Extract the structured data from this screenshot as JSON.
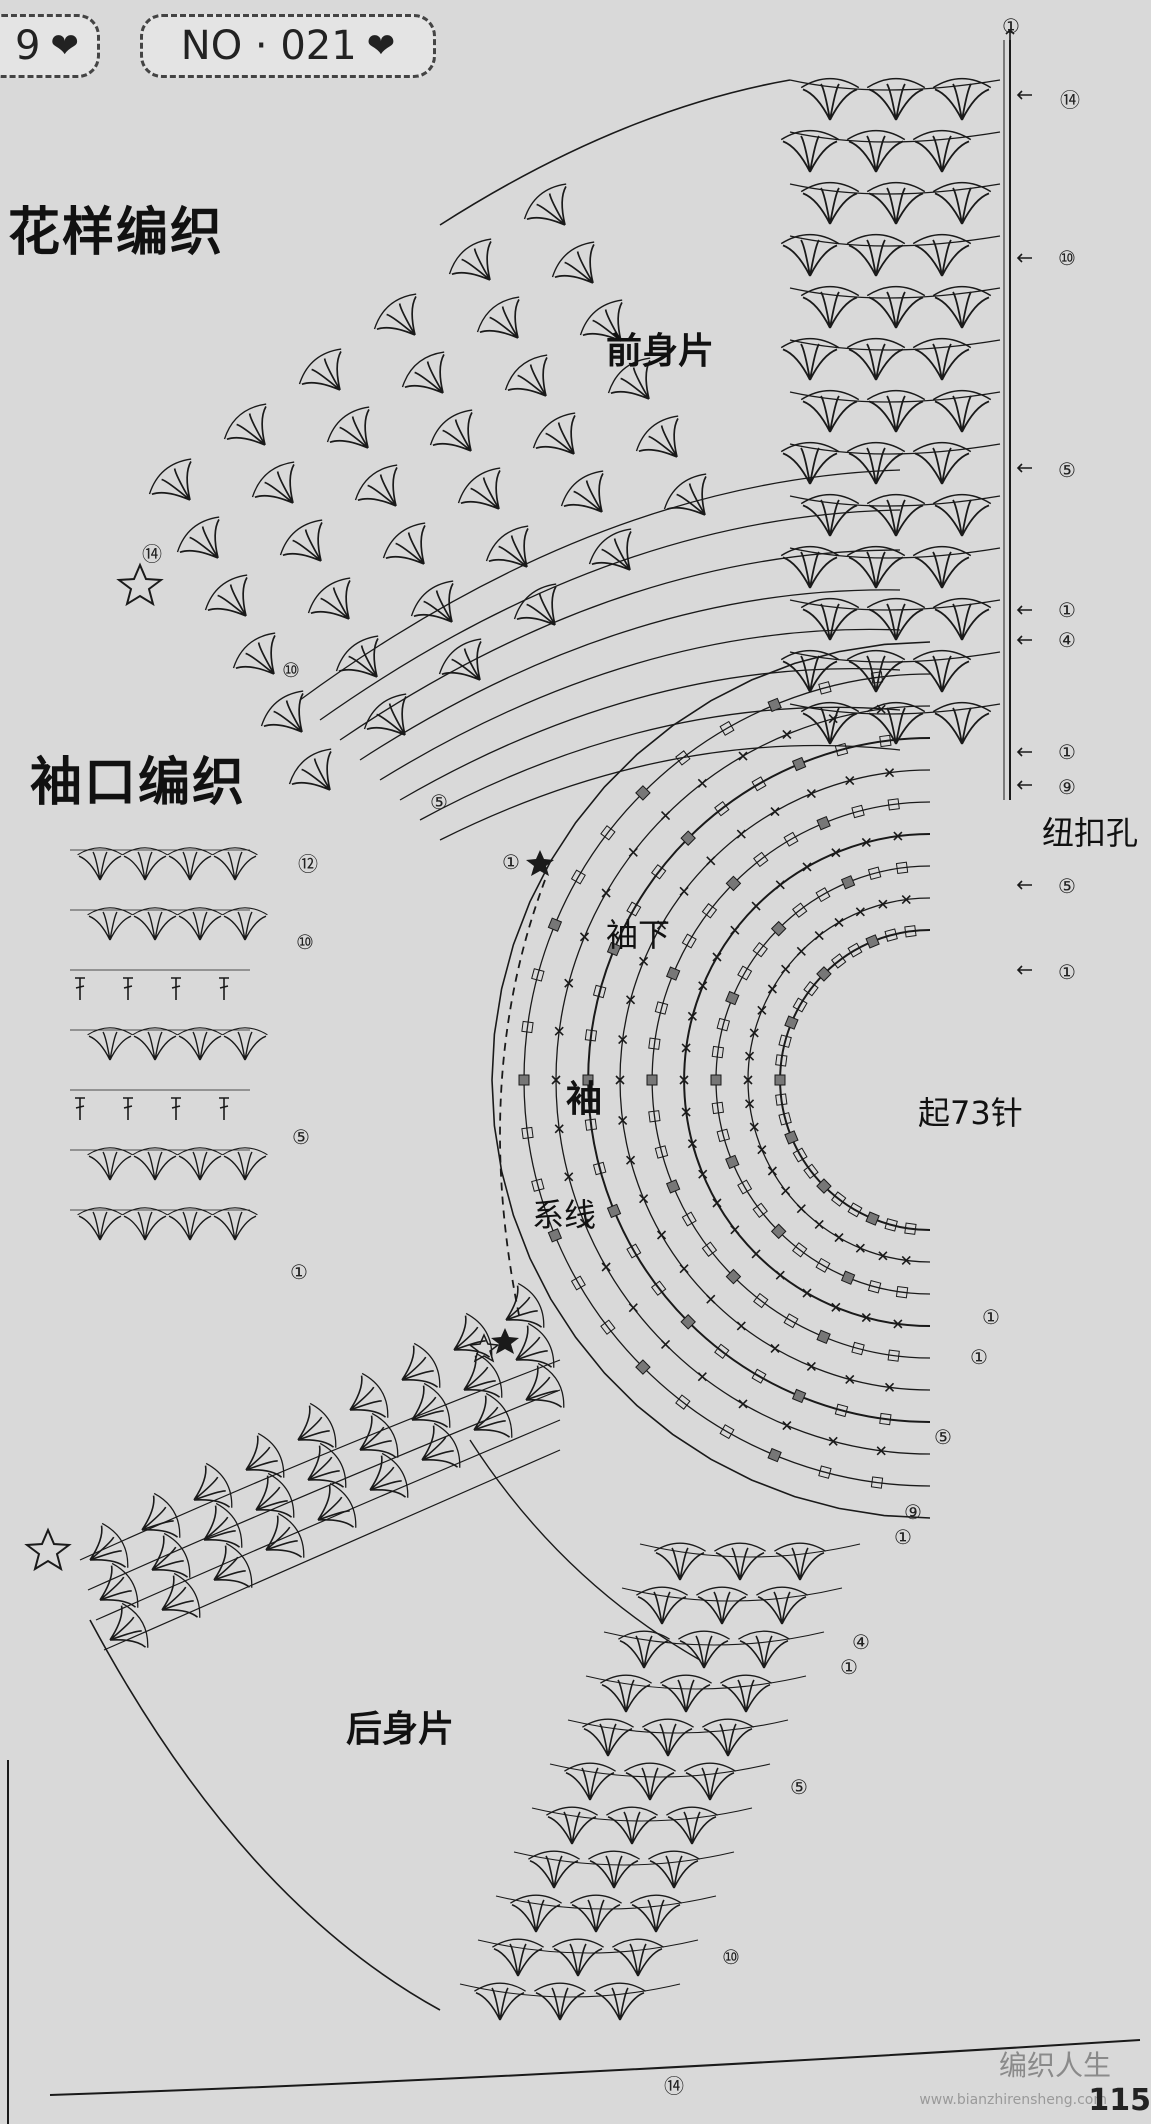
{
  "header": {
    "prev_number": "9",
    "current_number": "NO · 021",
    "heart_icon": "heart-icon"
  },
  "titles": {
    "pattern": "花样编织",
    "cuff": "袖口编织"
  },
  "labels": {
    "front": "前身片",
    "back": "后身片",
    "sleeve": "袖",
    "underarm": "袖下",
    "buttonhole": "纽扣孔",
    "start": "起73针",
    "tie": "系线"
  },
  "row_markers": {
    "r1": "①",
    "r4": "④",
    "r5": "⑤",
    "r9": "⑨",
    "r10": "⑩",
    "r12": "⑫",
    "r14": "⑭"
  },
  "footer": {
    "page_number": "115",
    "watermark": "编织人生",
    "watermark_url": "www.bianzhirensheng.com"
  },
  "colors": {
    "paper": "#d9d9d9",
    "ink": "#1a1a1a",
    "shade": "#777777"
  }
}
